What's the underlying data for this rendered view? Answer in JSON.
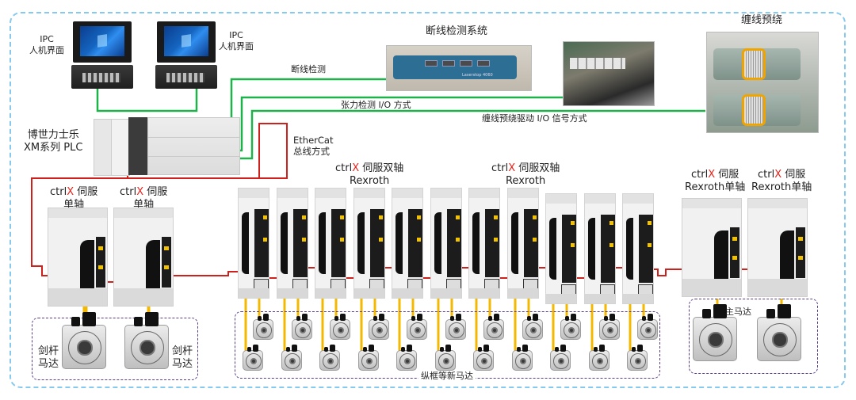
{
  "diagram": {
    "title": "ctrlX 伺服驱动系统架构图",
    "ipc": [
      {
        "line1": "IPC",
        "line2": "人机界面"
      },
      {
        "line1": "IPC",
        "line2": "人机界面"
      }
    ],
    "plc": {
      "line1": "博世力士乐",
      "line2": "XM系列 PLC"
    },
    "ethercat": {
      "line1": "EtherCat",
      "line2": "总线方式"
    },
    "signals": {
      "break_detect": "断线检测",
      "tension": "张力检测 I/O 方式",
      "prewind_drive": "缠线预绕驱动 I/O 信号方式"
    },
    "systems": {
      "break_system": "断线检测系统",
      "laserstop_tag": "Laserstop 4060",
      "prewind": "缠线预绕"
    },
    "drives": {
      "single_left": [
        {
          "brand_prefix": "ctrl",
          "brand_x": "X",
          "line1_suffix": " 伺服",
          "line2": "单轴"
        },
        {
          "brand_prefix": "ctrl",
          "brand_x": "X",
          "line1_suffix": " 伺服",
          "line2": "单轴"
        }
      ],
      "dual_groups": [
        {
          "brand_prefix": "ctrl",
          "brand_x": "X",
          "line1_suffix": " 伺服双轴",
          "line2": "Rexroth"
        },
        {
          "brand_prefix": "ctrl",
          "brand_x": "X",
          "line1_suffix": " 伺服双轴",
          "line2": "Rexroth"
        }
      ],
      "dual_count": 11,
      "single_right": [
        {
          "brand_prefix": "ctrl",
          "brand_x": "X",
          "line1_suffix": " 伺服",
          "line2": "Rexroth单轴"
        },
        {
          "brand_prefix": "ctrl",
          "brand_x": "X",
          "line1_suffix": " 伺服",
          "line2": "Rexroth单轴"
        }
      ]
    },
    "motors": {
      "rapier_left": {
        "line1": "剑杆",
        "line2": "马达"
      },
      "rapier_right": {
        "line1": "剑杆",
        "line2": "马达"
      },
      "heald_frame": "纵框等新马达",
      "main_motor": "主马达",
      "heald_frame_count": 22
    },
    "colors": {
      "io_line": "#1db34a",
      "ethercat_line": "#d0201c",
      "motor_cable": "#f5b800",
      "outer_border": "#86c9ee",
      "group_border": "#5a3d8a",
      "brand_x": "#e8231b"
    }
  }
}
